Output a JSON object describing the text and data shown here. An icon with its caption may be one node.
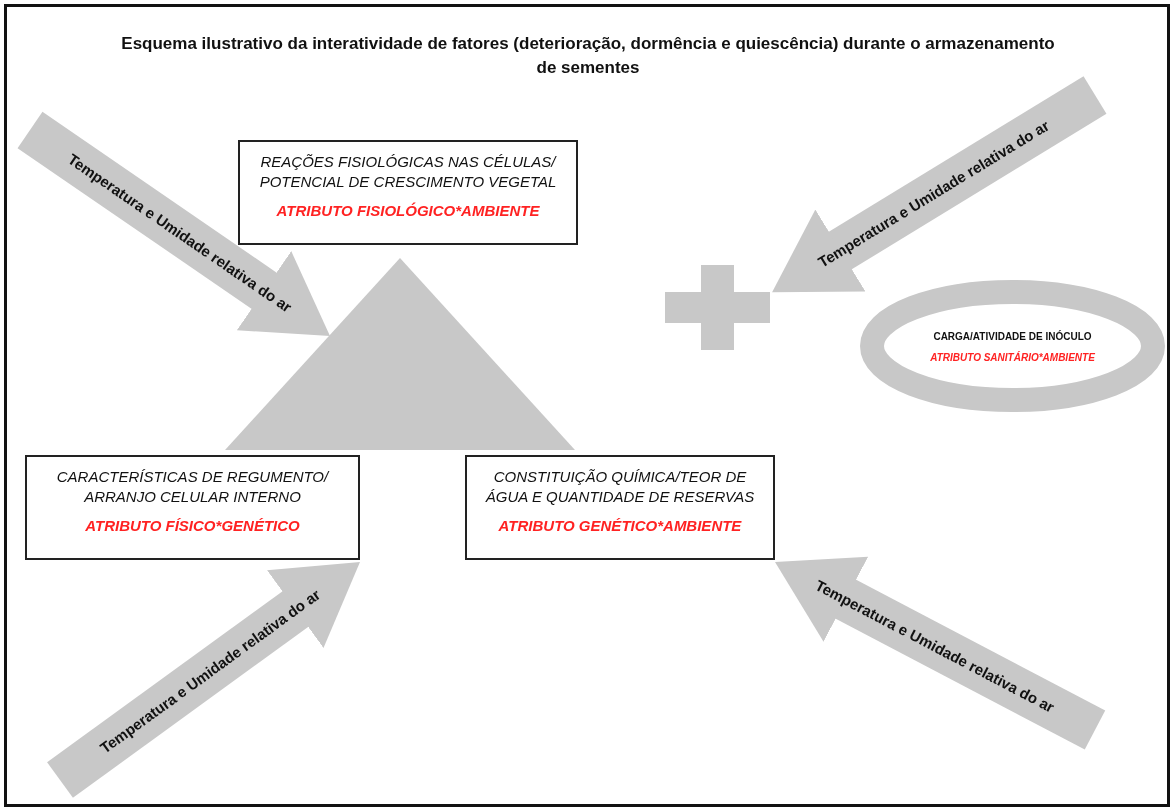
{
  "diagram": {
    "title": "Esquema ilustrativo da interatividade de fatores (deterioração, dormência e quiescência) durante o armazenamento de sementes",
    "nodes": [
      {
        "text": [
          "REAÇÕES FISIOLÓGICAS NAS CÉLULAS/ POTENCIAL DE CRESCIMENTO VEGETAL",
          "ATRIBUTO FISIOLÓGICO*AMBIENTE"
        ]
      },
      {
        "text": [],
        "shape": "triangle"
      },
      {
        "text": [
          "CARACTERÍSTICAS DE REGUMENTO/ ARRANJO CELULAR INTERNO",
          "ATRIBUTO FÍSICO*GENÉTICO"
        ]
      },
      {
        "text": [
          "CONSTITUIÇÃO QUÍMICA/TEOR DE ÁGUA E QUANTIDADE DE RESERVAS",
          "ATRIBUTO GENÉTICO*AMBIENTE"
        ]
      },
      {
        "text": [],
        "shape": "plus"
      },
      {
        "text": [
          "CARGA/ATIVIDADE DE INÓCULO",
          "ATRIBUTO SANITÁRIO*AMBIENTE"
        ]
      }
    ],
    "edges": [
      {
        "from": null,
        "to": 1,
        "arrow": "to",
        "label": "Temperatura e Umidade relativa do ar"
      },
      {
        "from": null,
        "to": 4,
        "arrow": "to",
        "label": "Temperatura e Umidade relativa do ar"
      },
      {
        "from": null,
        "to": 2,
        "arrow": "to",
        "label": "Temperatura e Umidade relativa do ar"
      },
      {
        "from": null,
        "to": 3,
        "arrow": "to",
        "label": "Temperatura e Umidade relativa do ar"
      }
    ]
  }
}
